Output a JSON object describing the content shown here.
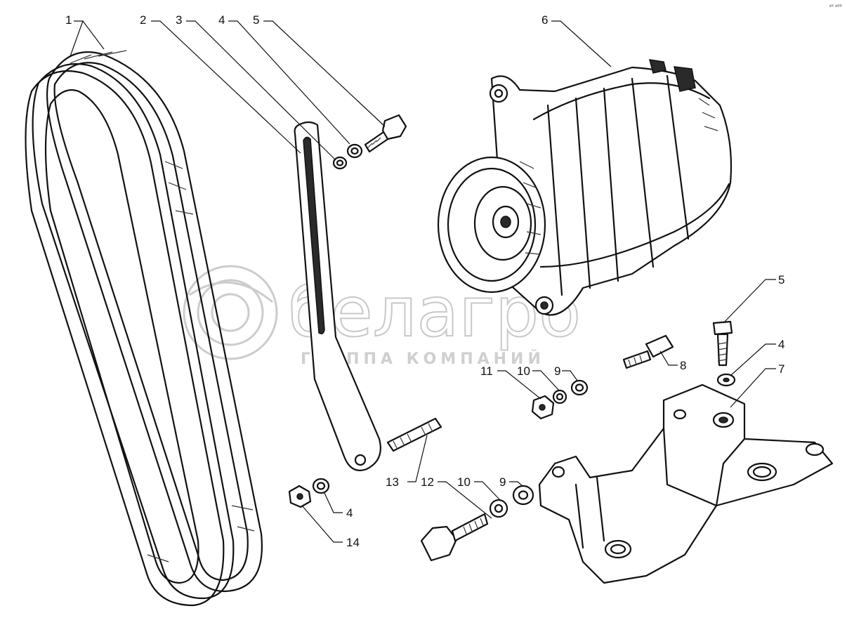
{
  "watermark": {
    "brand": "белагро",
    "subtitle": "ГРУППА КОМПАНИЙ"
  },
  "callouts": [
    {
      "id": "c1",
      "label": "1"
    },
    {
      "id": "c2",
      "label": "2"
    },
    {
      "id": "c3",
      "label": "3"
    },
    {
      "id": "c4a",
      "label": "4"
    },
    {
      "id": "c5a",
      "label": "5"
    },
    {
      "id": "c6",
      "label": "6"
    },
    {
      "id": "c5b",
      "label": "5"
    },
    {
      "id": "c4b",
      "label": "4"
    },
    {
      "id": "c7",
      "label": "7"
    },
    {
      "id": "c8",
      "label": "8"
    },
    {
      "id": "c11",
      "label": "11"
    },
    {
      "id": "c10a",
      "label": "10"
    },
    {
      "id": "c9a",
      "label": "9"
    },
    {
      "id": "c13",
      "label": "13"
    },
    {
      "id": "c12",
      "label": "12"
    },
    {
      "id": "c10b",
      "label": "10"
    },
    {
      "id": "c9b",
      "label": "9"
    },
    {
      "id": "c4c",
      "label": "4"
    },
    {
      "id": "c14",
      "label": "14"
    }
  ],
  "corner_mark": "⁴⁰ ⁸⁰⁰"
}
